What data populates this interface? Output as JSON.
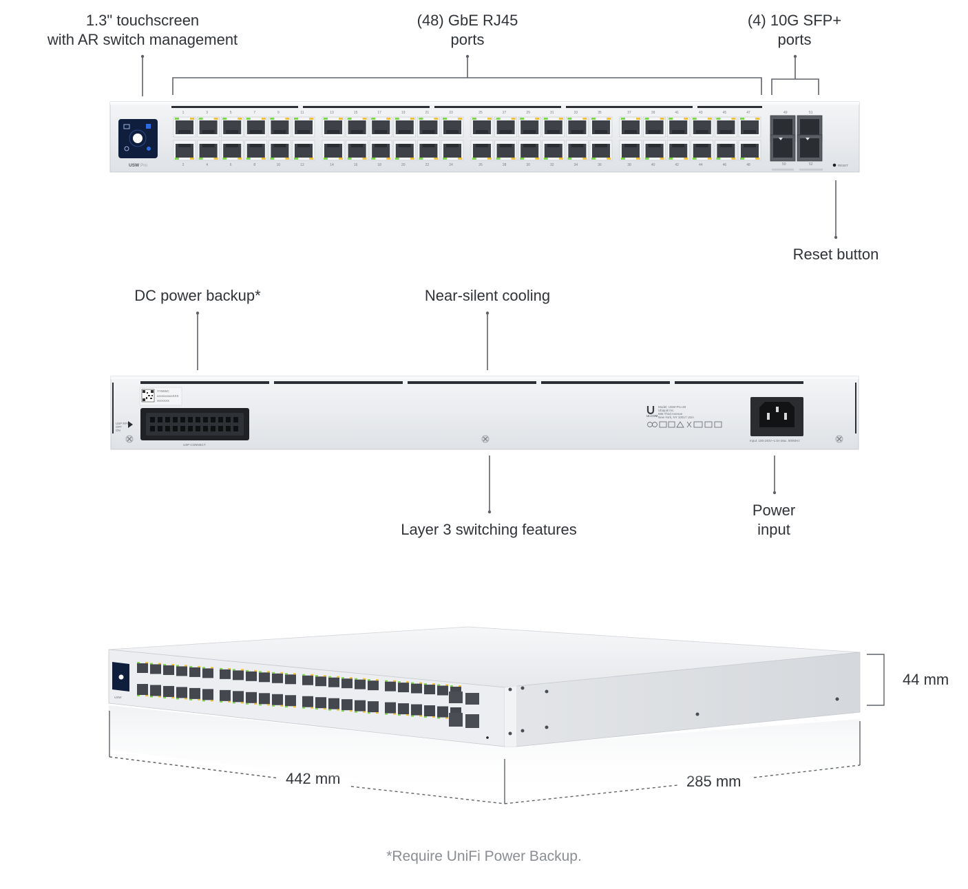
{
  "front_callouts": {
    "touchscreen": [
      "1.3\" touchscreen",
      "with AR switch management"
    ],
    "rj45": [
      "(48) GbE RJ45",
      "ports"
    ],
    "sfp": [
      "(4) 10G SFP+",
      "ports"
    ],
    "reset": "Reset button"
  },
  "back_callouts": {
    "dc_backup": "DC power backup*",
    "cooling": "Near-silent cooling",
    "layer3": "Layer 3 switching features",
    "power_input": [
      "Power",
      "input"
    ]
  },
  "dimensions": {
    "height": "44 mm",
    "width": "442 mm",
    "depth": "285 mm"
  },
  "footnote": "*Require UniFi Power Backup.",
  "device": {
    "model_label_bold": "USW",
    "model_label_light": "Pro",
    "reset_text": "RESET",
    "usp_connect": "USP CONNECT",
    "rps_legend": [
      "USP RPS",
      "OFF",
      "ON"
    ],
    "odd_ports": [
      "1",
      "3",
      "5",
      "7",
      "9",
      "11",
      "13",
      "15",
      "17",
      "19",
      "21",
      "23",
      "25",
      "27",
      "29",
      "31",
      "33",
      "35",
      "37",
      "39",
      "41",
      "43",
      "45",
      "47"
    ],
    "even_ports": [
      "2",
      "4",
      "6",
      "8",
      "10",
      "12",
      "14",
      "16",
      "18",
      "20",
      "22",
      "24",
      "26",
      "28",
      "30",
      "32",
      "34",
      "36",
      "38",
      "40",
      "42",
      "44",
      "46",
      "48"
    ],
    "sfp_top": [
      "49",
      "51"
    ],
    "sfp_bottom": [
      "50",
      "52"
    ],
    "sticker_lines": [
      "YYWWC",
      "xxxxxxxxxxXXX",
      "XXXXXX"
    ],
    "rear_info": [
      "Model: USW-Pro-48",
      "Ubiquiti Inc.",
      "685 Third Avenue",
      "New York, NY 10017 USA"
    ],
    "brand": "UI.COM",
    "power_rating": "Input: 100-240V~1.5A Max. 50/60Hz"
  },
  "colors": {
    "led_green": "#7cd64a",
    "led_amber": "#f0c03a",
    "chassis": "#e9ebee",
    "text": "#2f3338"
  }
}
